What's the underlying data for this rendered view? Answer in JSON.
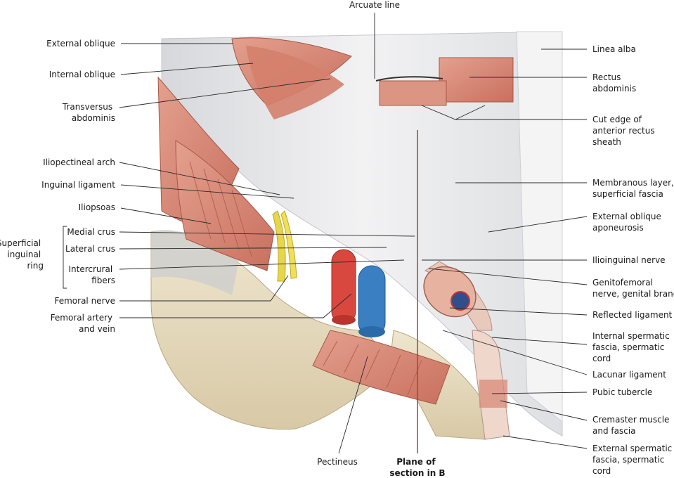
{
  "top_labels": {
    "arcuate_line": "Arcuate line"
  },
  "left_labels": {
    "external_oblique": "External oblique",
    "internal_oblique": "Internal oblique",
    "transversus_abdominis": [
      "Transversus",
      "abdominis"
    ],
    "iliopectineal_arch": "Iliopectineal arch",
    "inguinal_ligament": "Inguinal ligament",
    "iliopsoas": "Iliopsoas",
    "medial_crus": "Medial crus",
    "lateral_crus": "Lateral crus",
    "intercrural_fibers": [
      "Intercrural",
      "fibers"
    ],
    "femoral_nerve": "Femoral nerve",
    "femoral_artery_vein": [
      "Femoral artery",
      "and vein"
    ]
  },
  "group_label": {
    "superficial_inguinal_ring": [
      "Superficial",
      "inguinal",
      "ring"
    ]
  },
  "right_labels": {
    "linea_alba": "Linea alba",
    "rectus_abdominis": [
      "Rectus",
      "abdominis"
    ],
    "cut_edge": [
      "Cut edge of",
      "anterior rectus",
      "sheath"
    ],
    "membranous_layer": [
      "Membranous layer,",
      "superficial fascia"
    ],
    "external_oblique_aponeurosis": [
      "External oblique",
      "aponeurosis"
    ],
    "ilioinguinal_nerve": "Ilioinguinal nerve",
    "genitofemoral": [
      "Genitofemoral",
      "nerve, genital branch"
    ],
    "reflected_ligament": "Reflected ligament",
    "internal_spermatic": [
      "Internal spermatic",
      "fascia, spermatic",
      "cord"
    ],
    "lacunar_ligament": "Lacunar ligament",
    "pubic_tubercle": "Pubic tubercle",
    "cremaster": [
      "Cremaster muscle",
      "and fascia"
    ],
    "external_spermatic": [
      "External spermatic",
      "fascia, spermatic",
      "cord"
    ]
  },
  "bottom_labels": {
    "pectineus": "Pectineus",
    "plane_of_section": [
      "Plane of",
      "section in B"
    ]
  },
  "colors": {
    "muscle": "#d98a78",
    "muscle_dark": "#b4594a",
    "fascia": "#e9e9ea",
    "bone": "#e8dcc0",
    "nerve": "#e8d64a",
    "artery": "#d9483f",
    "vein": "#3a7fc2",
    "section_line": "#c0392b"
  }
}
